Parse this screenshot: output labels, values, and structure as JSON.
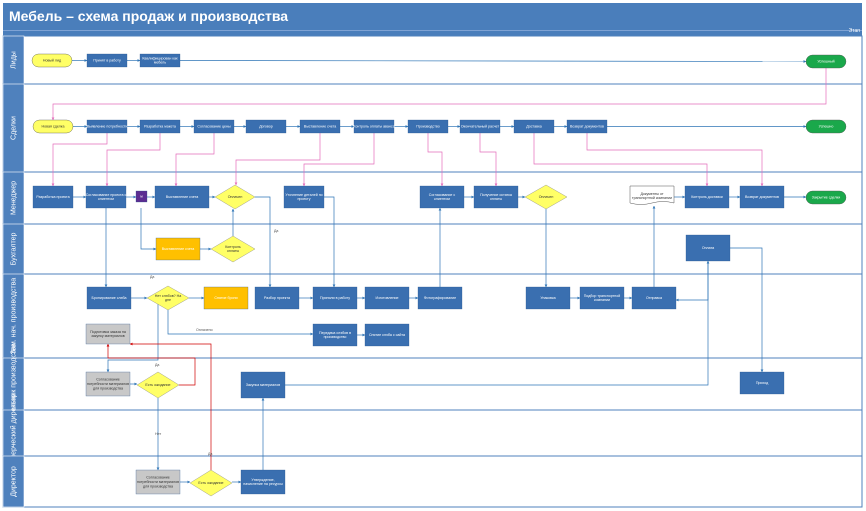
{
  "title": "Мебель – схема продаж и производства",
  "stage_label": "Этап",
  "colors": {
    "header": "#4a7ebb",
    "lane_header": "#4f81bd",
    "process": "#3a6fb0",
    "start_end_yellow": "#ffff66",
    "start_end_green": "#1aa84b",
    "decision": "#ffff33",
    "orange": "#ffc000",
    "gray": "#c8c8c8",
    "purple": "#5c2d91",
    "pink_line": "#e46cbb",
    "red_line": "#d00000",
    "blue_line": "#2e75b6"
  },
  "lanes": [
    {
      "id": "leads",
      "label": "Лиды"
    },
    {
      "id": "deals",
      "label": "Сделки"
    },
    {
      "id": "manager",
      "label": "Менеджер"
    },
    {
      "id": "accounting",
      "label": "Бухгалтер"
    },
    {
      "id": "prod",
      "label": "Зам. нач. производства"
    },
    {
      "id": "head",
      "label": "Начальник производства"
    },
    {
      "id": "commercial",
      "label": "Коммерческий директор"
    },
    {
      "id": "director",
      "label": "Директор"
    }
  ],
  "nodes": [
    {
      "id": "n1",
      "lane": "leads",
      "shape": "terminal",
      "style": "yellow",
      "label": "Новый лид"
    },
    {
      "id": "n2",
      "lane": "leads",
      "shape": "process",
      "style": "blue",
      "label": "Принят в работу"
    },
    {
      "id": "n3",
      "lane": "leads",
      "shape": "process",
      "style": "blue",
      "label": "Квалифицирован как мебель"
    },
    {
      "id": "n4",
      "lane": "leads",
      "shape": "terminal",
      "style": "green",
      "label": "Успешный"
    },
    {
      "id": "d1",
      "lane": "deals",
      "shape": "terminal",
      "style": "yellow",
      "label": "Новая сделка"
    },
    {
      "id": "d2",
      "lane": "deals",
      "shape": "process",
      "style": "blue",
      "label": "Выявление потребности"
    },
    {
      "id": "d3",
      "lane": "deals",
      "shape": "process",
      "style": "blue",
      "label": "Разработка макета"
    },
    {
      "id": "d4",
      "lane": "deals",
      "shape": "process",
      "style": "blue",
      "label": "Согласование цены"
    },
    {
      "id": "d5",
      "lane": "deals",
      "shape": "process",
      "style": "blue",
      "label": "Договор"
    },
    {
      "id": "d6",
      "lane": "deals",
      "shape": "process",
      "style": "blue",
      "label": "Выставление счета"
    },
    {
      "id": "d7",
      "lane": "deals",
      "shape": "process",
      "style": "blue",
      "label": "Контроль оплаты аванса"
    },
    {
      "id": "d8",
      "lane": "deals",
      "shape": "process",
      "style": "blue",
      "label": "Производство"
    },
    {
      "id": "d9",
      "lane": "deals",
      "shape": "process",
      "style": "blue",
      "label": "Окончательный расчет"
    },
    {
      "id": "d10",
      "lane": "deals",
      "shape": "process",
      "style": "blue",
      "label": "Доставка"
    },
    {
      "id": "d11",
      "lane": "deals",
      "shape": "process",
      "style": "blue",
      "label": "Возврат документов"
    },
    {
      "id": "d12",
      "lane": "deals",
      "shape": "terminal",
      "style": "green",
      "label": "Успешно"
    },
    {
      "id": "m1",
      "lane": "manager",
      "shape": "process",
      "style": "blue",
      "label": "Разработка проекта"
    },
    {
      "id": "m2",
      "lane": "manager",
      "shape": "process",
      "style": "blue",
      "label": "Согласование проекта с клиентом"
    },
    {
      "id": "m3",
      "lane": "manager",
      "shape": "process",
      "style": "purple",
      "label": "м"
    },
    {
      "id": "m4",
      "lane": "manager",
      "shape": "process",
      "style": "blue",
      "label": "Выставление счета"
    },
    {
      "id": "m5",
      "lane": "manager",
      "shape": "decision",
      "style": "yellow",
      "label": "Оплачен"
    },
    {
      "id": "m6",
      "lane": "manager",
      "shape": "process",
      "style": "blue",
      "label": "Уточнение деталей по проекту"
    },
    {
      "id": "m7",
      "lane": "manager",
      "shape": "process",
      "style": "blue",
      "label": "Согласование с клиентом"
    },
    {
      "id": "m8",
      "lane": "manager",
      "shape": "process",
      "style": "blue",
      "label": "Получение остатка оплаты"
    },
    {
      "id": "m9",
      "lane": "manager",
      "shape": "decision",
      "style": "yellow",
      "label": "Оплачен"
    },
    {
      "id": "m10",
      "lane": "manager",
      "shape": "document",
      "style": "white",
      "label": "Документы от транспортной компании"
    },
    {
      "id": "m11",
      "lane": "manager",
      "shape": "process",
      "style": "blue",
      "label": "Контроль доставки"
    },
    {
      "id": "m12",
      "lane": "manager",
      "shape": "process",
      "style": "blue",
      "label": "Возврат документов"
    },
    {
      "id": "m13",
      "lane": "manager",
      "shape": "terminal",
      "style": "green",
      "label": "Закрытие сделки"
    },
    {
      "id": "a1",
      "lane": "accounting",
      "shape": "process",
      "style": "orange",
      "label": "Выставление счета"
    },
    {
      "id": "a2",
      "lane": "accounting",
      "shape": "decision",
      "style": "yellow",
      "label": "Контроль оплаты"
    },
    {
      "id": "a3",
      "lane": "accounting",
      "shape": "process",
      "style": "blue",
      "label": "Оплата"
    },
    {
      "id": "p1",
      "lane": "prod",
      "shape": "process",
      "style": "blue",
      "label": "Бронирование слэба"
    },
    {
      "id": "p2",
      "lane": "prod",
      "shape": "decision",
      "style": "yellow",
      "label": "Нет слэбов? На дне"
    },
    {
      "id": "p3",
      "lane": "prod",
      "shape": "process",
      "style": "orange",
      "label": "Снятие брони"
    },
    {
      "id": "p4",
      "lane": "prod",
      "shape": "process",
      "style": "blue",
      "label": "Разбор проекта"
    },
    {
      "id": "p5",
      "lane": "prod",
      "shape": "process",
      "style": "blue",
      "label": "Приняли в работу"
    },
    {
      "id": "p6",
      "lane": "prod",
      "shape": "process",
      "style": "blue",
      "label": "Изготовление"
    },
    {
      "id": "p7",
      "lane": "prod",
      "shape": "process",
      "style": "blue",
      "label": "Фотографирование"
    },
    {
      "id": "p8",
      "lane": "prod",
      "shape": "process",
      "style": "blue",
      "label": "Упаковка"
    },
    {
      "id": "p9",
      "lane": "prod",
      "shape": "process",
      "style": "blue",
      "label": "Подбор транспортной компании"
    },
    {
      "id": "p10",
      "lane": "prod",
      "shape": "process",
      "style": "blue",
      "label": "Отправка"
    },
    {
      "id": "p11",
      "lane": "prod",
      "shape": "process",
      "style": "gray",
      "label": "Подготовка заказа на закупку материалов"
    },
    {
      "id": "p12",
      "lane": "prod",
      "shape": "process",
      "style": "blue",
      "label": "Передача слэбов в производство"
    },
    {
      "id": "p13",
      "lane": "prod",
      "shape": "process",
      "style": "blue",
      "label": "Снятие слэба с сайта"
    },
    {
      "id": "h1",
      "lane": "head",
      "shape": "process",
      "style": "gray",
      "label": "Согласование потребности материалов для производства"
    },
    {
      "id": "h2",
      "lane": "head",
      "shape": "decision",
      "style": "yellow",
      "label": "Есть ожидание"
    },
    {
      "id": "h3",
      "lane": "head",
      "shape": "process",
      "style": "blue",
      "label": "Закупка материалов"
    },
    {
      "id": "h4",
      "lane": "head",
      "shape": "process",
      "style": "blue",
      "label": "Приход"
    },
    {
      "id": "r1",
      "lane": "director",
      "shape": "process",
      "style": "gray",
      "label": "Согласование потребности материалов для производства"
    },
    {
      "id": "r2",
      "lane": "director",
      "shape": "decision",
      "style": "yellow",
      "label": "Есть ожидание"
    },
    {
      "id": "r3",
      "lane": "director",
      "shape": "process",
      "style": "blue",
      "label": "Утверждение, начисление на ресурсы"
    }
  ],
  "edge_labels": {
    "yes": "Да",
    "no": "Нет",
    "paid": "Оплачено"
  }
}
